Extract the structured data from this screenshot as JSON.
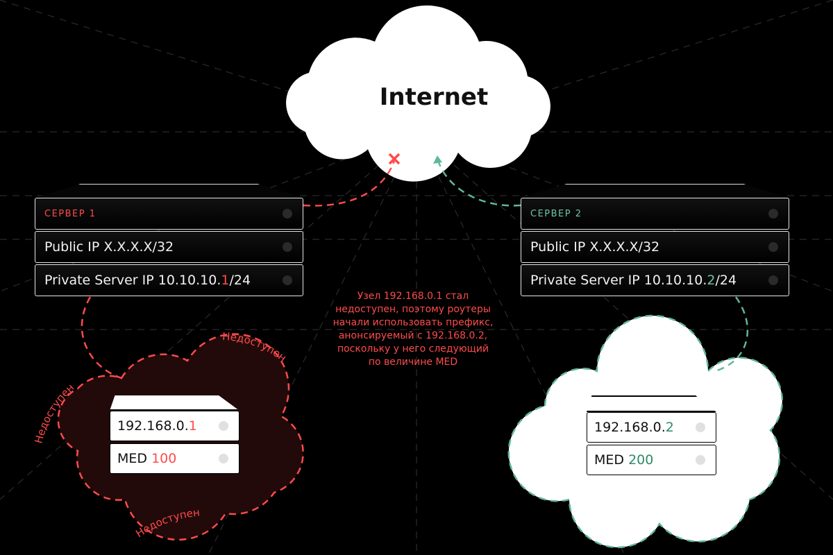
{
  "colors": {
    "red": "#ff4b4b",
    "green": "#5fb89a",
    "dark_green": "#2e8a66"
  },
  "internet": {
    "label": "Internet"
  },
  "server1": {
    "label": "СЕРВЕР 1",
    "public_ip": "Public IP X.X.X.X/32",
    "private_prefix": "Private Server IP 10.10.10.",
    "private_host": "1",
    "private_suffix": "/24"
  },
  "server2": {
    "label": "СЕРВЕР 2",
    "public_ip": "Public IP X.X.X.X/32",
    "private_prefix": "Private Server IP 10.10.10.",
    "private_host": "2",
    "private_suffix": "/24"
  },
  "node1": {
    "ip_prefix": "192.168.0.",
    "ip_host": "1",
    "med_label": "MED",
    "med_value": "100",
    "status_labels": [
      "Недоступен",
      "Недоступен",
      "Недоступен"
    ]
  },
  "node2": {
    "ip_prefix": "192.168.0.",
    "ip_host": "2",
    "med_label": "MED",
    "med_value": "200"
  },
  "note": {
    "lines": [
      "Узел 192.168.0.1 стал",
      "недоступен, поэтому роутеры",
      "начали использовать префикс,",
      "анонсируемый с 192.168.0.2,",
      "поскольку у него следующий",
      "по величине MED"
    ]
  }
}
